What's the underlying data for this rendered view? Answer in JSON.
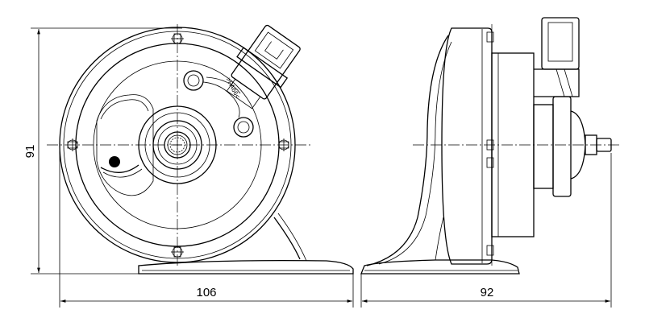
{
  "drawing": {
    "dimensions": {
      "height": "91",
      "front_width": "106",
      "side_width": "92"
    },
    "connector_marking": ">PA66<"
  }
}
